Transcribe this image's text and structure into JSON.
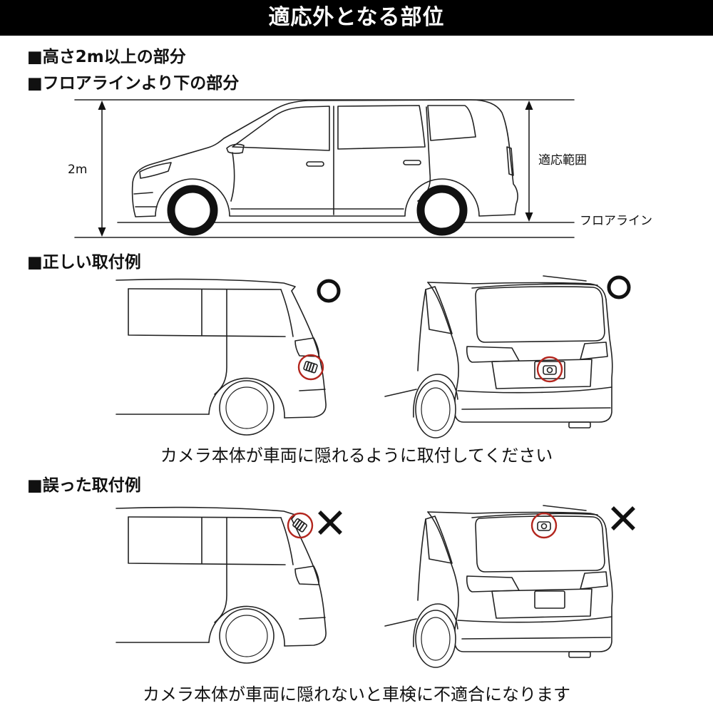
{
  "header": {
    "title": "適応外となる部位"
  },
  "out_of_range": {
    "items": [
      "■高さ2m以上の部分",
      "■フロアラインより下の部分"
    ],
    "diagram": {
      "height_label": "2m",
      "range_label": "適応範囲",
      "floor_line_label": "フロアライン"
    }
  },
  "correct_examples": {
    "heading": "■正しい取付例",
    "mark_icon": "ok-circle-icon",
    "highlight_icon": "camera-icon",
    "caption": "カメラ本体が車両に隠れるように取付してください"
  },
  "wrong_examples": {
    "heading": "■誤った取付例",
    "mark_icon": "ng-cross-icon",
    "highlight_icon": "camera-icon",
    "caption": "カメラ本体が車両に隠れないと車検に不適合になります"
  },
  "colors": {
    "header_background": "#000000",
    "header_text": "#ffffff",
    "highlight_circle": "#b3261e",
    "line_art": "#222222",
    "text": "#111111"
  }
}
